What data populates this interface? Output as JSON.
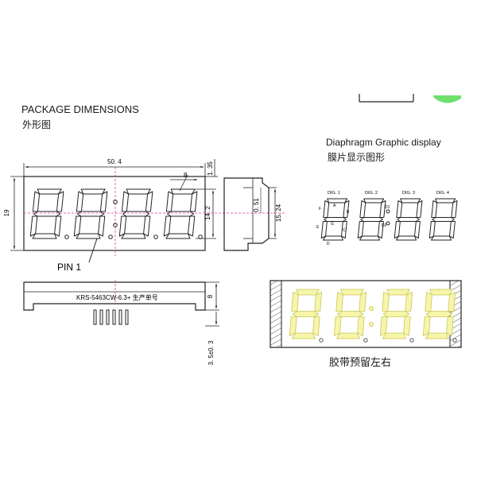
{
  "package": {
    "title": "PACKAGE DIMENSIONS",
    "subtitle": "外形图",
    "pin_label": "PIN 1",
    "part_label": "KRS-5463CW-6.3+ 生产单号",
    "dimensions": {
      "width": "50. 4",
      "height": "19",
      "seg_height": "14. 2",
      "angle": "8",
      "top_margin": "1. 35",
      "side_width": "0. 51",
      "side_height": "15. 24",
      "depth": "8",
      "pin_length": "3. 5±0. 3"
    }
  },
  "diaphragm": {
    "title": "Diaphragm Graphic display",
    "subtitle": "膜片显示图形",
    "digits": [
      "DIG. 1",
      "DIG. 2",
      "DIG. 3",
      "DIG. 4"
    ],
    "segments": [
      "A",
      "B",
      "C",
      "D",
      "E",
      "F",
      "G"
    ],
    "dot_labels": [
      "D1",
      "D2"
    ]
  },
  "bottom_caption": "胶带预留左右",
  "colors": {
    "segment_lit": "#f7f5a8",
    "segment_lit_stroke": "#c9c75a",
    "line": "#222222",
    "guide_dash": "#e040a0"
  }
}
